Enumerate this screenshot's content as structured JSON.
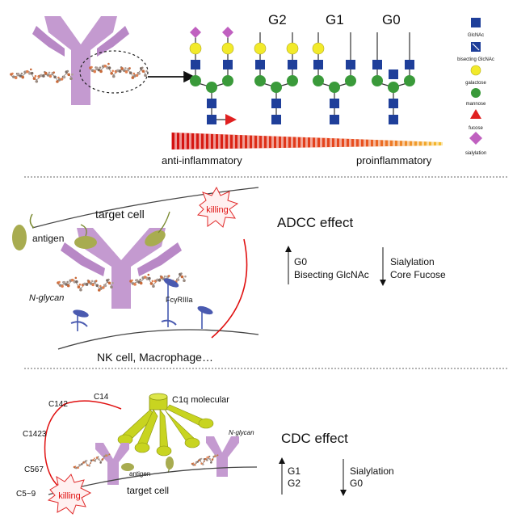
{
  "top": {
    "glycoforms": [
      "G2",
      "G1",
      "G0"
    ],
    "gradient_left": "anti-inflammatory",
    "gradient_right": "proinflammatory",
    "legend": [
      {
        "label": "GlcNAc",
        "shape": "square",
        "color": "#1f3f9a"
      },
      {
        "label": "bisecting GlcNAc",
        "shape": "diagonal-square",
        "color": "#1f3f9a"
      },
      {
        "label": "galactose",
        "shape": "circle",
        "color": "#f2ea2a"
      },
      {
        "label": "mannose",
        "shape": "circle",
        "color": "#3a9a3a"
      },
      {
        "label": "fucose",
        "shape": "triangle",
        "color": "#e02020"
      },
      {
        "label": "sialylation",
        "shape": "diamond",
        "color": "#c060c0"
      }
    ]
  },
  "adcc": {
    "target_cell": "target cell",
    "killing": "killing",
    "antigen": "antigen",
    "n_glycan": "N-glycan",
    "receptor": "FcγRIIIa",
    "effector": "NK cell, Macrophage…",
    "title": "ADCC effect",
    "up_items": [
      "G0",
      "Bisecting GlcNAc"
    ],
    "down_items": [
      "Sialylation",
      "Core Fucose"
    ]
  },
  "cdc": {
    "complement": [
      "C14",
      "C142",
      "C1423",
      "C567",
      "C5~9"
    ],
    "c1q": "C1q molecular",
    "n_glycan": "N-glycan",
    "antigen": "antigen",
    "target_cell": "target cell",
    "killing": "killing",
    "title": "CDC effect",
    "up_items": [
      "G1",
      "G2"
    ],
    "down_items": [
      "Sialylation",
      "G0"
    ]
  },
  "colors": {
    "antibody": "#c49ad0",
    "glcnac": "#1f3f9a",
    "galactose": "#f2ea2a",
    "mannose": "#3a9a3a",
    "fucose": "#e02020",
    "sialic": "#c060c0",
    "killing": "#e01010",
    "c1q": "#c8d420",
    "antigen": "#a8ac50"
  }
}
